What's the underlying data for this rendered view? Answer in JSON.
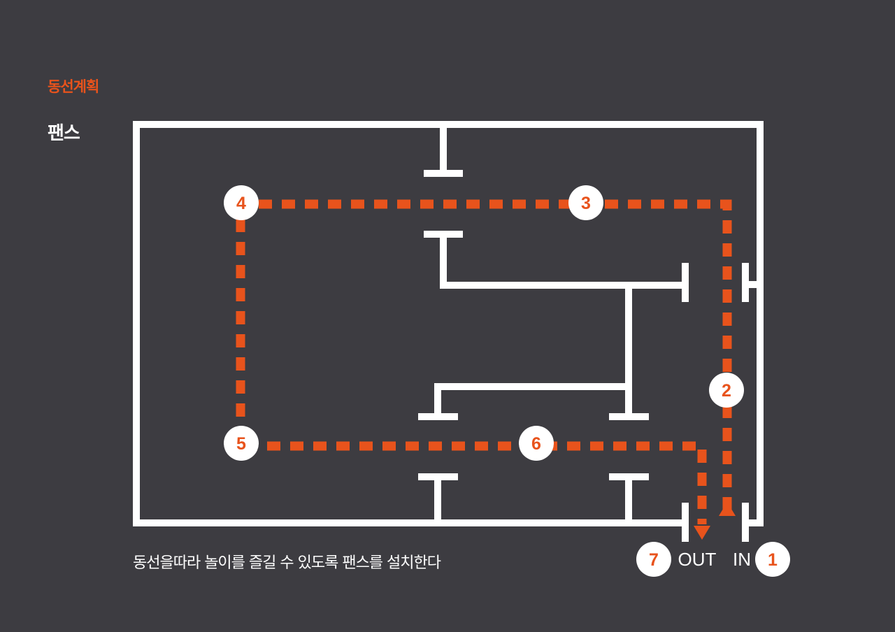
{
  "heading": {
    "section": "동선계획",
    "subtitle": "팬스"
  },
  "caption": "동선을따라 놀이를 즐길 수 있도록 팬스를 설치한다",
  "gates": {
    "out": "OUT",
    "in": "IN"
  },
  "markers": [
    "1",
    "2",
    "3",
    "4",
    "5",
    "6",
    "7"
  ],
  "colors": {
    "background": "#3d3c41",
    "accent": "#e8531c",
    "fence": "#ffffff"
  }
}
